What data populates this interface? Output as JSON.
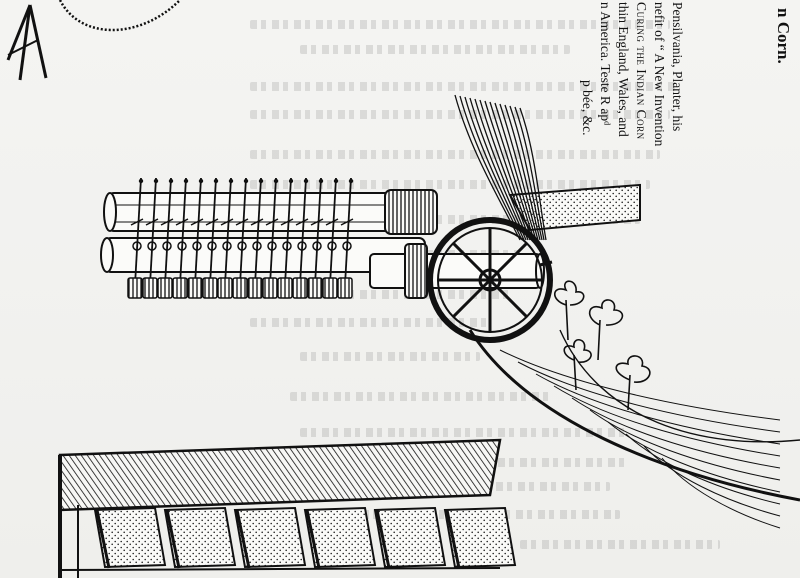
{
  "document": {
    "caption_lines": [
      "n Corn.",
      "Pensilvania, Planter, his",
      "nefit of “ A New Invention",
      "Curing the Indian Corn",
      "thin England, Wales, and",
      "n America.  Teste R apᵈ",
      "p bée, &c."
    ]
  },
  "illustration": {
    "subject": "engraving of a water-powered corn stamping mill with a drying kiln",
    "palette": {
      "ink": "#111111",
      "paper": "#f2f2f0",
      "ghost_text": "#8a8a8a"
    }
  }
}
